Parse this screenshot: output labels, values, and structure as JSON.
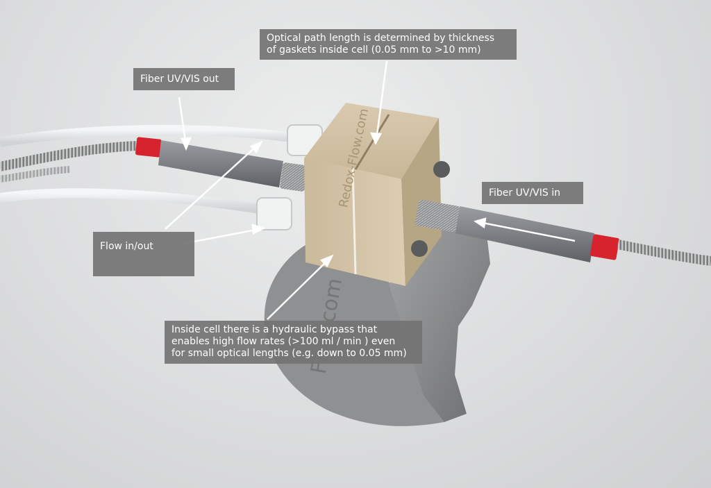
{
  "annotations": {
    "optical_path": [
      "Optical path length is determined by thickness",
      "of gaskets inside cell (0.05 mm to >10 mm)"
    ],
    "fiber_out": "Fiber UV/VIS out",
    "fiber_in": "Fiber UV/VIS in",
    "flow": "Flow in/out",
    "bypass": [
      "Inside cell there is a hydraulic bypass that",
      "enables high flow rates (>100 ml / min ) even",
      "for small optical lengths (e.g. down to 0.05 mm)"
    ]
  },
  "product_engraving": "Redox-Flow.com",
  "stand_engraving": "Flow.com",
  "colors": {
    "label_background": "#737373",
    "cell_body": "#d3c4a8",
    "fiber_jacket": "#8a8c91",
    "fiber_collar": "#d6232e",
    "stand_metal": "#8e8f90"
  }
}
